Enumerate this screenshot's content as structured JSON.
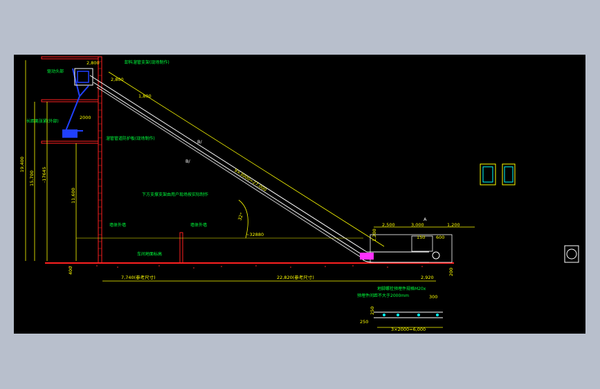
{
  "drawing": {
    "labels": {
      "drive_head": "驱动头部",
      "top_note": "卸料溜管支架(现场制作)",
      "tensioner": "长距离张紧(外部)",
      "guard_note": "溜管管道防护板(现场制作)",
      "support_note": "下方支撑支架由用户现场按实际制作",
      "wall_a": "墙体外墙",
      "wall_b": "墙体外墙",
      "ground": "车间地面标高",
      "spec1": "地脚螺栓预埋件规格M20x",
      "spec2": "预埋件间距不大于2000mm"
    },
    "dims": {
      "h_total": "19,400",
      "h_mid": "15,700",
      "h_neg": "-17645",
      "h_low": "11,600",
      "top_w": "2,800",
      "seg1": "2,800",
      "seg2": "1,800",
      "conv_len": "9×3000=27,000",
      "angle": "32°",
      "horiz": "~32880",
      "tail_a": "2,500",
      "tail_b": "3,000",
      "tail_c": "1,200",
      "tail_h": "1,200",
      "tail_d": "150",
      "tail_e": "600",
      "base_left": "7,740(参考尺寸)",
      "base_mid": "22,820(参考尺寸)",
      "base_right": "2,920",
      "base_h": "200",
      "base_l": "400",
      "inner_w": "2000",
      "detail_a": "300",
      "detail_b": "250",
      "detail_c": "250",
      "detail_total": "3×2000=6,000",
      "slope_a": "B/",
      "slope_b": "B/",
      "marker": "A"
    }
  }
}
